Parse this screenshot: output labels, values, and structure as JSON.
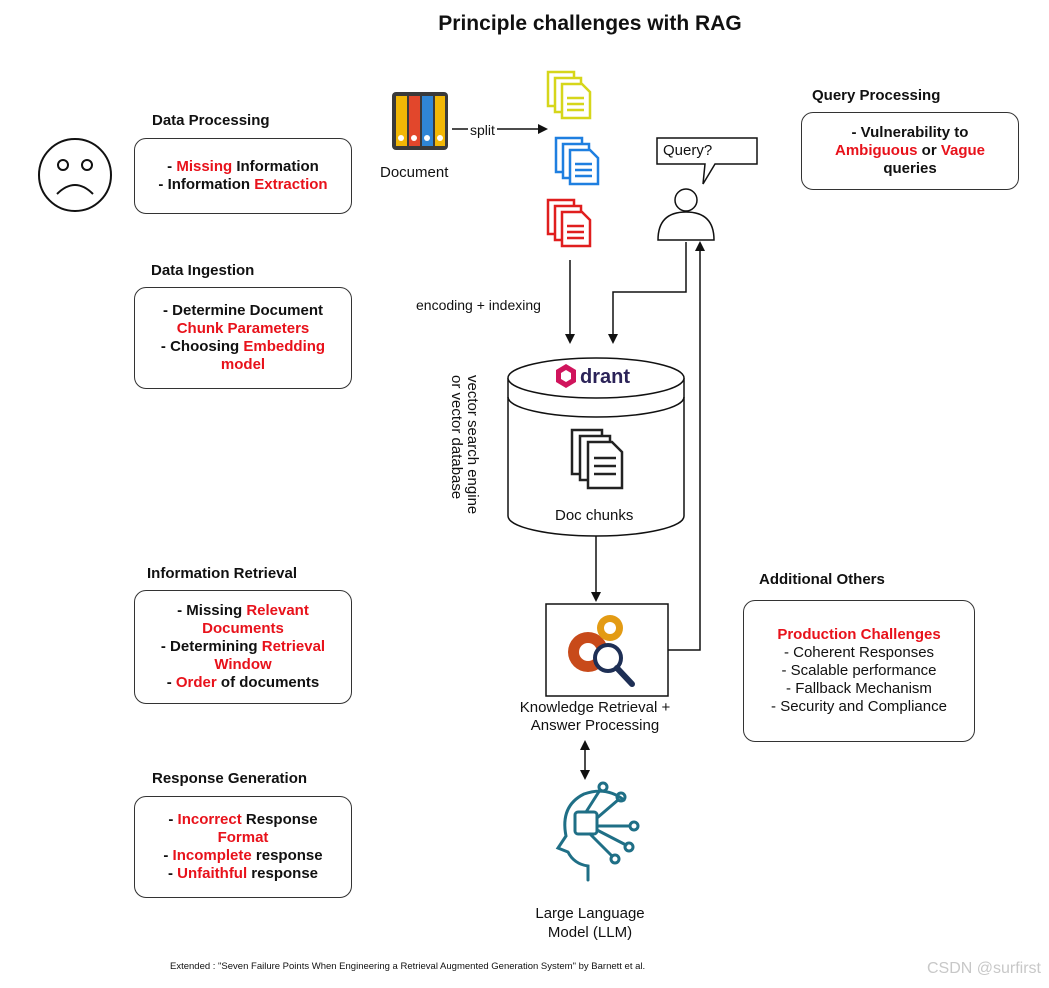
{
  "title": "Principle challenges with RAG",
  "sections": {
    "data_processing": {
      "heading": "Data Processing",
      "lines": [
        [
          {
            "t": "- ",
            "red": false
          },
          {
            "t": "Missing",
            "red": true
          },
          {
            "t": " Information",
            "red": false
          }
        ],
        [
          {
            "t": "- Information ",
            "red": false
          },
          {
            "t": "Extraction",
            "red": true
          }
        ]
      ]
    },
    "data_ingestion": {
      "heading": "Data Ingestion",
      "lines": [
        [
          {
            "t": "- Determine Document",
            "red": false
          }
        ],
        [
          {
            "t": "Chunk Parameters",
            "red": true
          }
        ],
        [
          {
            "t": "- Choosing ",
            "red": false
          },
          {
            "t": "Embedding",
            "red": true
          }
        ],
        [
          {
            "t": "model",
            "red": true
          }
        ]
      ]
    },
    "information_retrieval": {
      "heading": "Information Retrieval",
      "lines": [
        [
          {
            "t": "- Missing ",
            "red": false
          },
          {
            "t": "Relevant",
            "red": true
          }
        ],
        [
          {
            "t": "Documents",
            "red": true
          }
        ],
        [
          {
            "t": "- Determining ",
            "red": false
          },
          {
            "t": "Retrieval",
            "red": true
          }
        ],
        [
          {
            "t": "Window",
            "red": true
          }
        ],
        [
          {
            "t": "- ",
            "red": false
          },
          {
            "t": "Order",
            "red": true
          },
          {
            "t": " of documents",
            "red": false
          }
        ]
      ]
    },
    "response_generation": {
      "heading": "Response Generation",
      "lines": [
        [
          {
            "t": "- ",
            "red": false
          },
          {
            "t": "Incorrect",
            "red": true
          },
          {
            "t": " Response",
            "red": false
          }
        ],
        [
          {
            "t": "Format",
            "red": true
          }
        ],
        [
          {
            "t": "- ",
            "red": false
          },
          {
            "t": "Incomplete",
            "red": true
          },
          {
            "t": " response",
            "red": false
          }
        ],
        [
          {
            "t": "- ",
            "red": false
          },
          {
            "t": "Unfaithful",
            "red": true
          },
          {
            "t": " response",
            "red": false
          }
        ]
      ]
    },
    "query_processing": {
      "heading": "Query Processing",
      "lines": [
        [
          {
            "t": "- Vulnerability to",
            "red": false
          }
        ],
        [
          {
            "t": "Ambiguous",
            "red": true
          },
          {
            "t": " or ",
            "red": false
          },
          {
            "t": "Vague",
            "red": true
          }
        ],
        [
          {
            "t": "queries",
            "red": false
          }
        ]
      ]
    },
    "additional_others": {
      "heading": "Additional Others",
      "lines": [
        [
          {
            "t": "Production Challenges",
            "red": true
          }
        ],
        [
          {
            "t": "- Coherent Responses",
            "red": false
          }
        ],
        [
          {
            "t": "- Scalable performance",
            "red": false
          }
        ],
        [
          {
            "t": "- Fallback Mechanism",
            "red": false
          }
        ],
        [
          {
            "t": "- Security and Compliance",
            "red": false
          }
        ]
      ]
    }
  },
  "flow": {
    "document_label": "Document",
    "split_label": "split",
    "query_label": "Query?",
    "encoding_label": "encoding + indexing",
    "qdrant_q": "q",
    "qdrant_rest": "drant",
    "vector_db_line1": "vector search engine",
    "vector_db_line2": "or vector database",
    "doc_chunks_label": "Doc chunks",
    "knowledge_label_1": "Knowledge Retrieval +",
    "knowledge_label_2": "Answer Processing",
    "llm_label_1": "Large Language",
    "llm_label_2": "Model (LLM)"
  },
  "colors": {
    "red": "#e8121b",
    "doc_yellow": "#d6d61a",
    "doc_blue": "#1e7fe0",
    "doc_red": "#e01e1e",
    "qdrant_purple": "#d0145c",
    "brain_teal": "#1f6f86"
  },
  "footer": "Extended : \"Seven Failure Points When Engineering a Retrieval Augmented Generation System\" by Barnett et al.",
  "watermark": "CSDN @surfirst"
}
